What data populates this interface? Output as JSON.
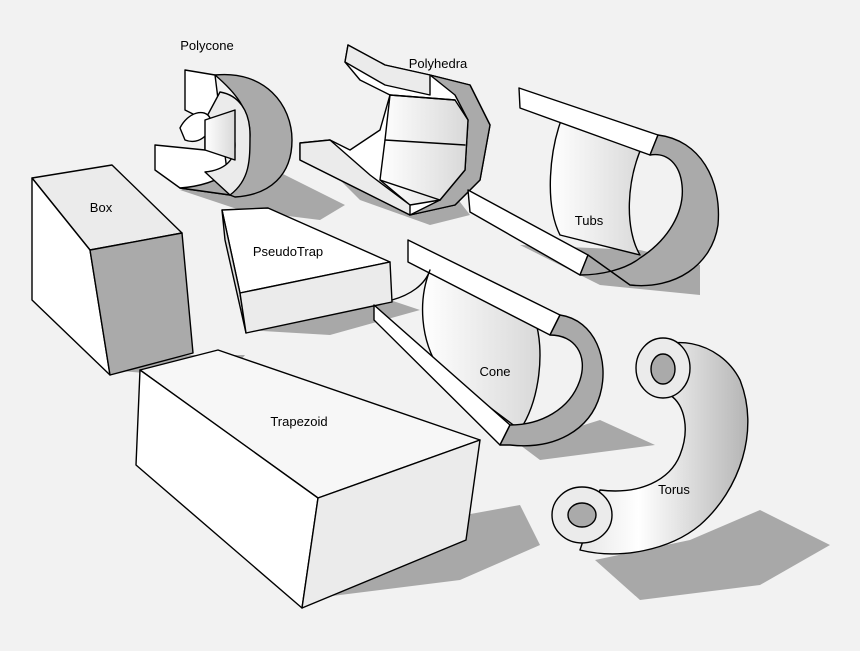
{
  "colors": {
    "background": "#f2f2f2",
    "face_light": "#ffffff",
    "face_mid": "#ebebeb",
    "face_dark": "#aaaaaa",
    "shadow": "#a8a8a8",
    "outline": "#000000"
  },
  "shapes": [
    {
      "id": "polycone",
      "label": "Polycone"
    },
    {
      "id": "polyhedra",
      "label": "Polyhedra"
    },
    {
      "id": "tubs",
      "label": "Tubs"
    },
    {
      "id": "box",
      "label": "Box"
    },
    {
      "id": "pseudotrap",
      "label": "PseudoTrap"
    },
    {
      "id": "cone",
      "label": "Cone"
    },
    {
      "id": "trapezoid",
      "label": "Trapezoid"
    },
    {
      "id": "torus",
      "label": "Torus"
    }
  ]
}
